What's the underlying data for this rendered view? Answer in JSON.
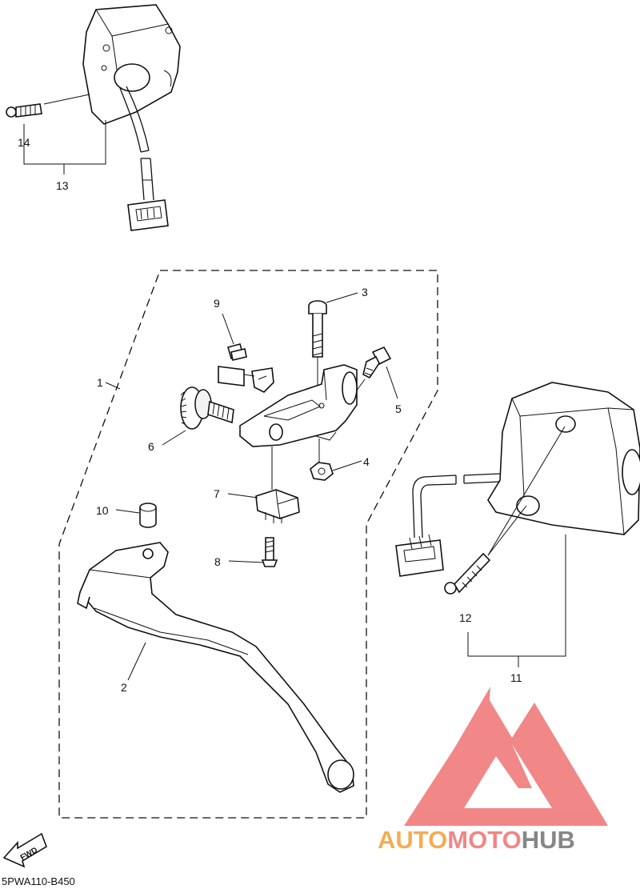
{
  "diagram": {
    "diagram_code": "5PWA110-B450",
    "fwd_label": "FWD",
    "watermark": {
      "brand_part1": "AUTO",
      "brand_part2": "MOTO",
      "brand_part3": "HUB",
      "colors": {
        "orange": "#f5a443",
        "red": "#f07a7a",
        "grey": "#7a7a7a"
      }
    },
    "part_numbers": [
      "1",
      "2",
      "3",
      "4",
      "5",
      "6",
      "7",
      "8",
      "9",
      "10",
      "11",
      "12",
      "13",
      "14"
    ]
  }
}
